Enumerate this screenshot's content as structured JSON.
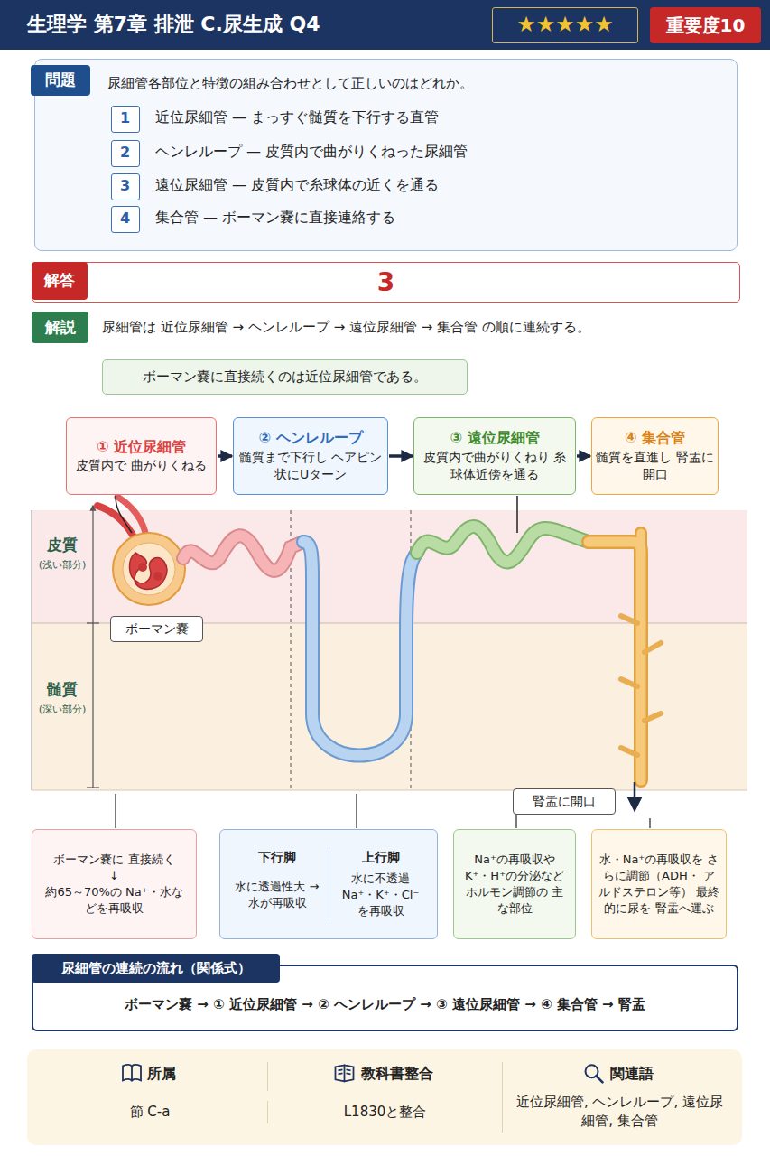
{
  "diagram": {
    "nodes": [
      {
        "text": [
          "生理学 第7章 排泄 C.尿生成 Q4"
        ]
      },
      {
        "text": [
          "★★★★★"
        ],
        "in": 0
      },
      {
        "text": [
          "重要度10"
        ],
        "in": 0
      },
      {
        "text": [
          "尿細管各部位と特徴の組み合わせとして正しいのはどれか。"
        ]
      },
      {
        "text": [
          "問題"
        ],
        "in": 3
      },
      {
        "text": [
          "1"
        ],
        "in": 3
      },
      {
        "text": [
          "2"
        ],
        "in": 3
      },
      {
        "text": [
          "3"
        ],
        "in": 3
      },
      {
        "text": [
          "4"
        ],
        "in": 3
      },
      {
        "text": [
          "3"
        ]
      },
      {
        "text": [
          "解答"
        ],
        "in": 9
      },
      {
        "text": [
          "解説"
        ]
      },
      {
        "text": [
          "ボーマン嚢に直接続くのは近位尿細管である。"
        ]
      },
      {
        "text": [
          "① 近位尿細管",
          "皮質内で 曲がりくねる"
        ]
      },
      {
        "text": [
          "② ヘンレループ",
          "髄質まで下行し ヘアピン状にUターン"
        ]
      },
      {
        "text": [
          "③ 遠位尿細管",
          "皮質内で曲がりくねり 糸球体近傍を通る"
        ]
      },
      {
        "text": [
          "④ 集合管",
          "髄質を直進し 腎盂に開口"
        ]
      },
      {
        "text": [
          "ボーマン嚢"
        ]
      },
      {
        "text": [
          "腎盂に開口"
        ]
      },
      {
        "text": [
          "ボーマン嚢に 直接続く",
          "↓",
          "約65～70%の Na⁺・水などを再吸収"
        ]
      },
      {
        "text": [
          "下行脚",
          "水に透過性大 → 水が再吸収",
          "上行脚",
          "水に不透過 Na⁺・K⁺・Cl⁻を再吸収"
        ]
      },
      {
        "text": [
          "Na⁺の再吸収や K⁺・H⁺の分泌など ホルモン調節の 主な部位"
        ]
      },
      {
        "text": [
          "水・Na⁺の再吸収を さらに調節（ADH・ アルドステロン等） 最終的に尿を 腎盂へ運ぶ"
        ]
      },
      {
        "text": [
          "ボーマン嚢 → ① 近位尿細管 → ② ヘンレループ → ③ 遠位尿細管 → ④ 集合管 → 腎盂"
        ]
      },
      {
        "text": [
          "尿細管の連続の流れ（関係式）"
        ],
        "in": 23
      },
      {
        "text": [
          "所属",
          "節 C-a",
          "教科書整合",
          "L1830と整合",
          "関連語",
          "近位尿細管, ヘンレループ, 遠位尿細管, 集合管"
        ]
      }
    ],
    "edges": [
      {
        "from": 13,
        "to": 14,
        "arrow": "to"
      },
      {
        "from": 14,
        "to": 15,
        "arrow": "to"
      },
      {
        "from": 15,
        "to": 16,
        "arrow": "to"
      }
    ],
    "labels": [
      "近位尿細管 — まっすぐ髄質を下行する直管",
      "ヘンレループ — 皮質内で曲がりくねった尿細管",
      "遠位尿細管 — 皮質内で糸球体の近くを通る",
      "集合管 — ボーマン嚢に直接連絡する",
      "尿細管は 近位尿細管 → ヘンレループ → 遠位尿細管 → 集合管 の順に連続する。",
      "皮質",
      "(浅い部分)",
      "髄質",
      "(深い部分)"
    ]
  }
}
